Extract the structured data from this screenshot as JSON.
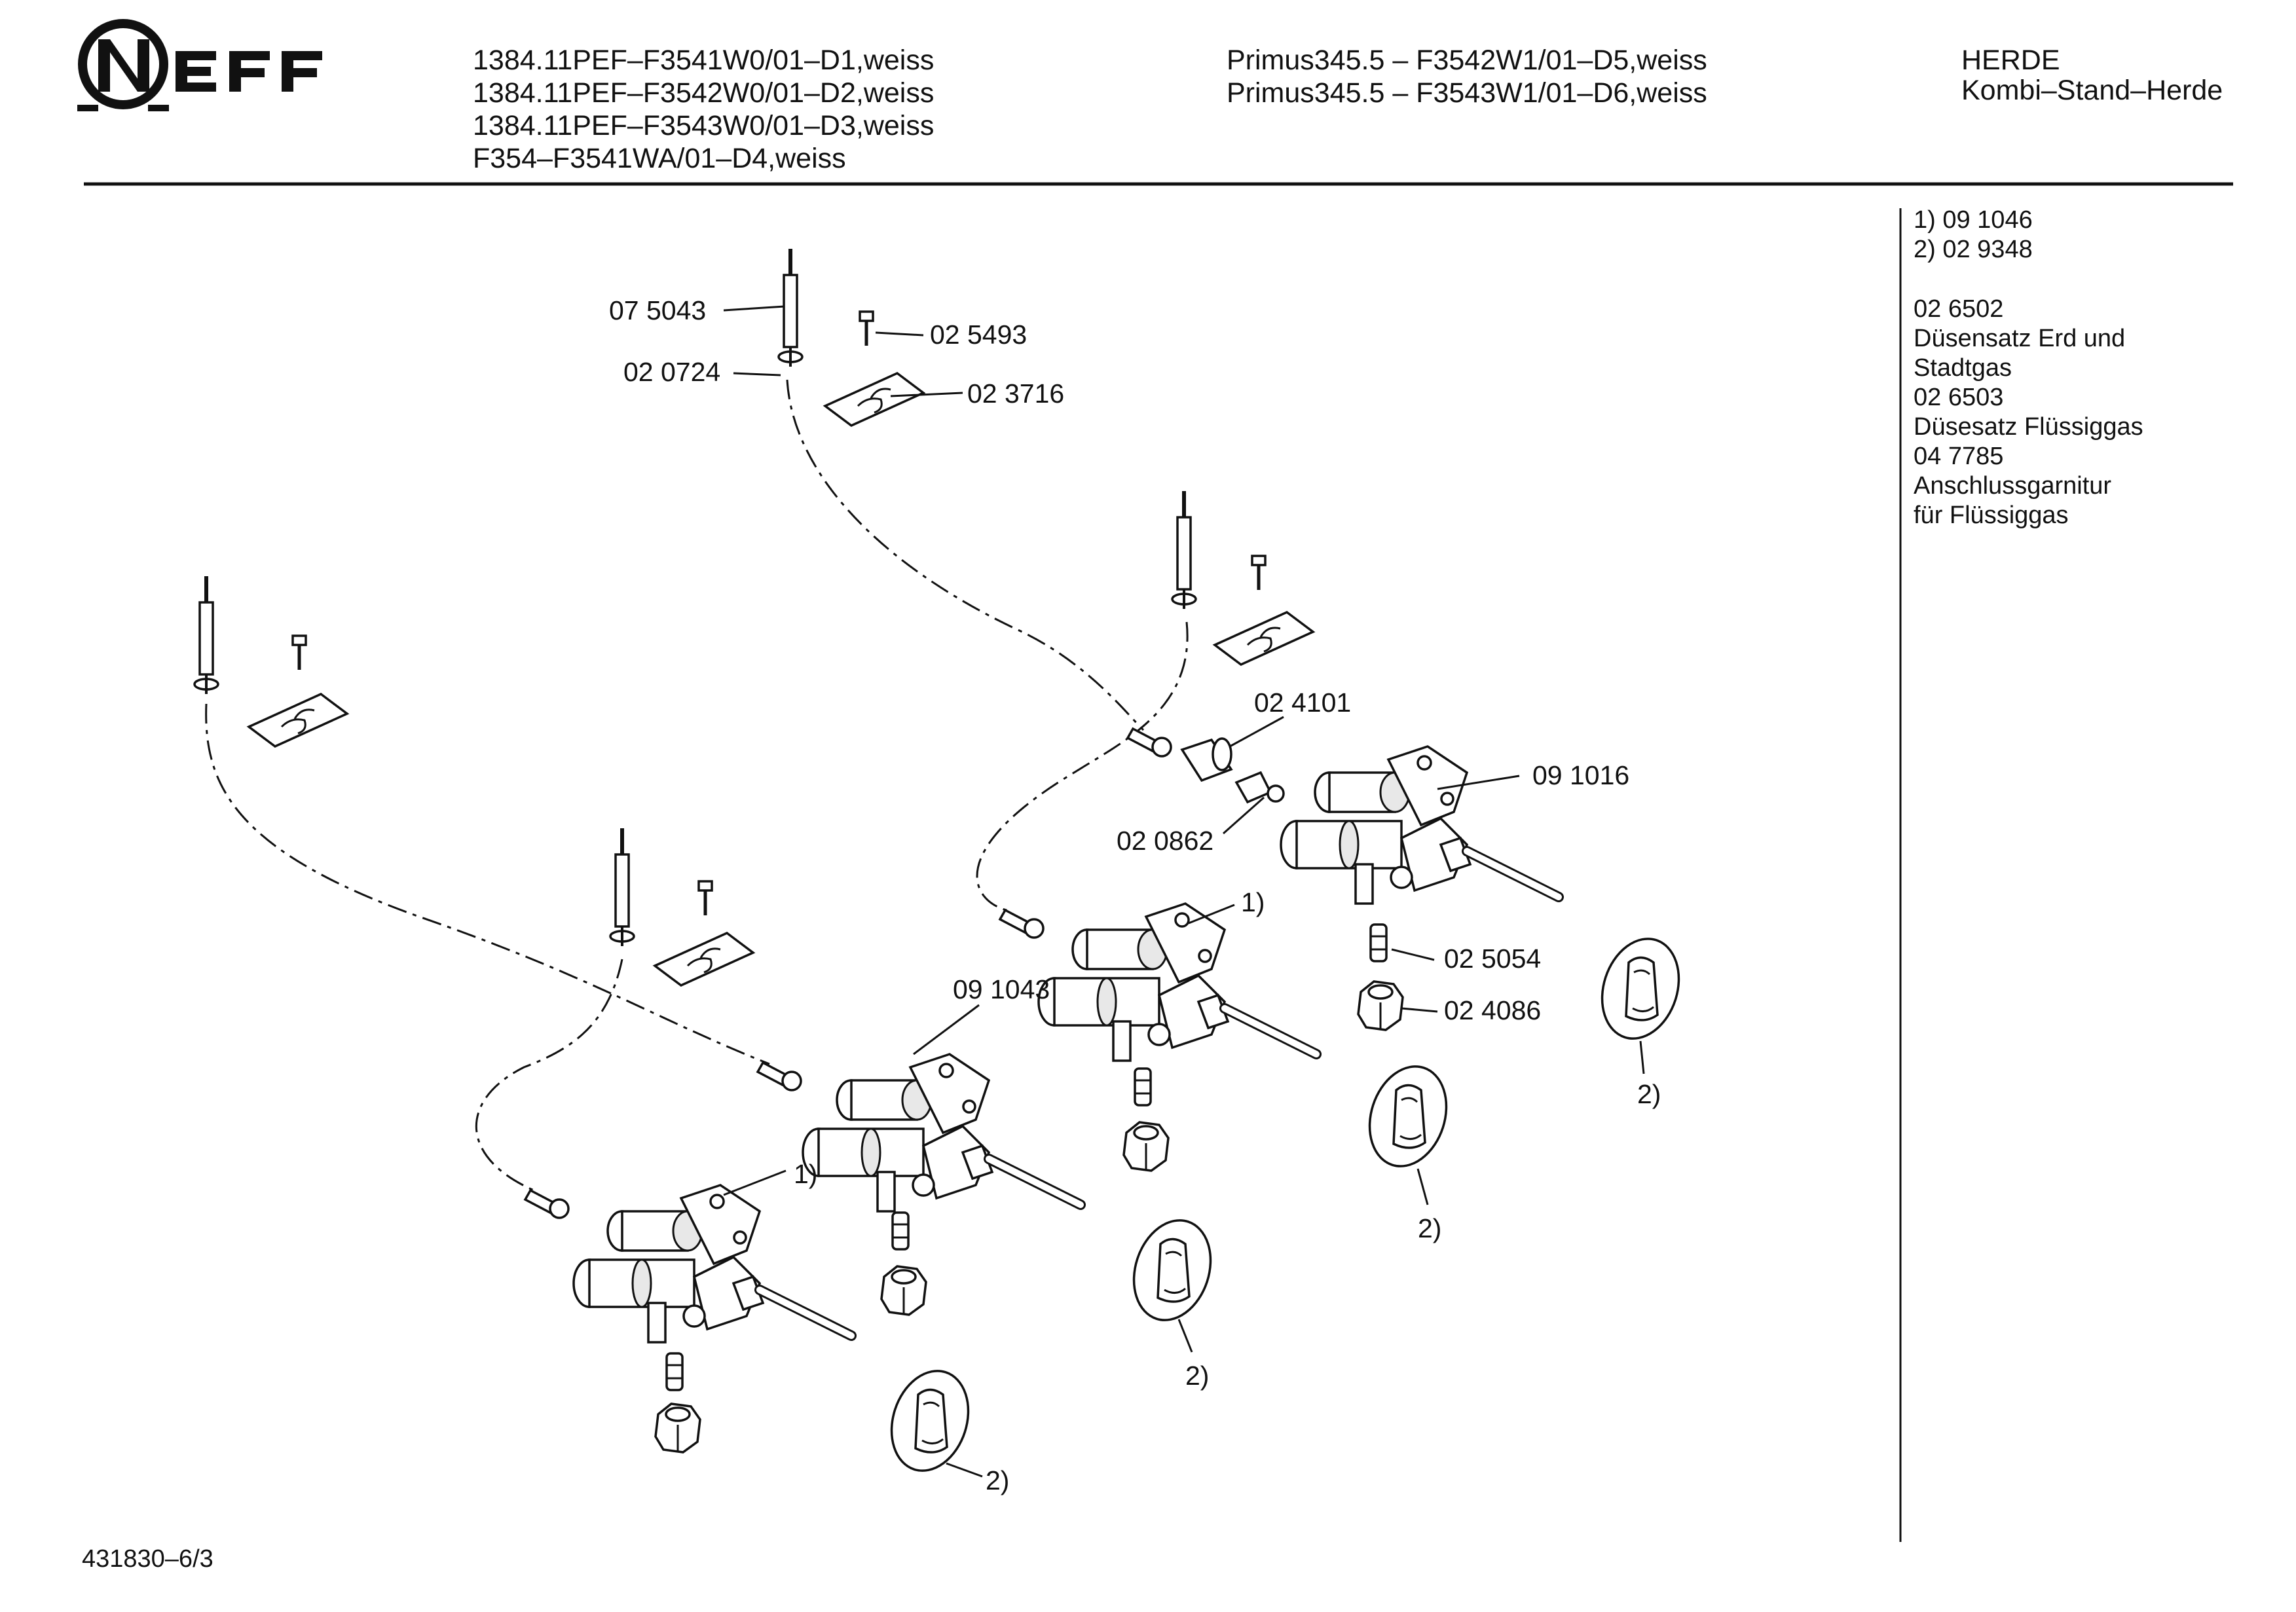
{
  "brand": {
    "logo_text": "NEFF"
  },
  "header": {
    "models_left": [
      "1384.11PEF–F3541W0/01–D1,weiss",
      "1384.11PEF–F3542W0/01–D2,weiss",
      "1384.11PEF–F3543W0/01–D3,weiss",
      "F354–F3541WA/01–D4,weiss"
    ],
    "models_mid": [
      "Primus345.5 – F3542W1/01–D5,weiss",
      "Primus345.5 – F3543W1/01–D6,weiss"
    ],
    "category": "HERDE",
    "subcategory": "Kombi–Stand–Herde"
  },
  "side_notes": [
    "1)  09 1046",
    "2)  02 9348",
    "02 6502",
    "Düsensatz Erd und",
    "Stadtgas",
    "02 6503",
    "Düsesatz Flüssiggas",
    "04 7785",
    "Anschlussgarnitur",
    "für Flüssiggas"
  ],
  "part_labels": {
    "thermocouple": "07 5043",
    "washer": "02 0724",
    "screw": "02 5493",
    "bracket": "02 3716",
    "nut_fitting": "02 4101",
    "nozzle_insert": "02 0862",
    "valve_right": "09 1016",
    "valve_left": "09 1043",
    "nozzle": "02 5054",
    "hex_nut": "02 4086",
    "ref_1": "1)",
    "ref_2": "2)"
  },
  "footer": {
    "drawing_id": "431830–6/3"
  }
}
